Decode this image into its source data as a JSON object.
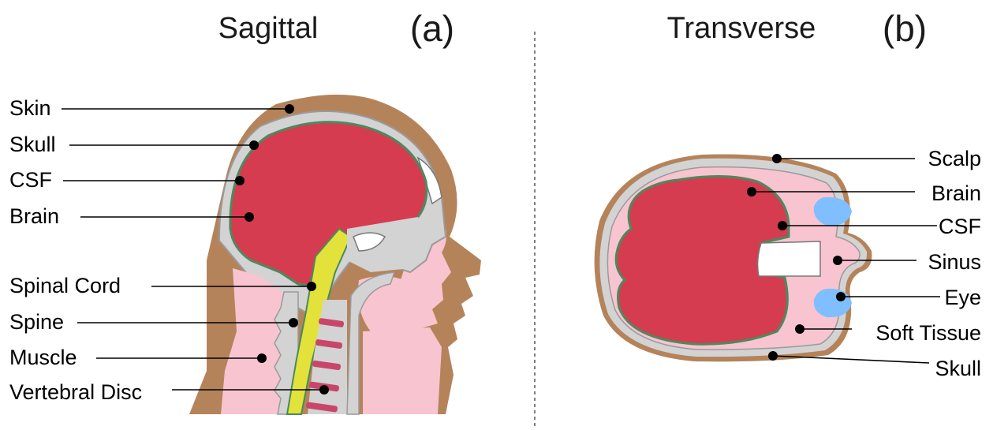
{
  "colors": {
    "skin": "#b5835a",
    "skull": "#d3d3d3",
    "skull_edge": "#9a9a9a",
    "brain": "#d63c50",
    "brain_edge": "#4a8a5e",
    "soft_tissue": "#f8c4cf",
    "spinal_cord": "#e3e23a",
    "vertebral_disc": "#c8466a",
    "eye": "#7fbfff",
    "cavity": "#ffffff",
    "divider": "#555555"
  },
  "panel_a": {
    "title": "Sagittal",
    "letter": "(a)",
    "labels": [
      {
        "key": "skin",
        "text": "Skin"
      },
      {
        "key": "skull",
        "text": "Skull"
      },
      {
        "key": "csf",
        "text": "CSF"
      },
      {
        "key": "brain",
        "text": "Brain"
      },
      {
        "key": "spinal_cord",
        "text": "Spinal Cord"
      },
      {
        "key": "spine",
        "text": "Spine"
      },
      {
        "key": "muscle",
        "text": "Muscle"
      },
      {
        "key": "vertebral_disc",
        "text": "Vertebral Disc"
      }
    ]
  },
  "panel_b": {
    "title": "Transverse",
    "letter": "(b)",
    "labels": [
      {
        "key": "scalp",
        "text": "Scalp"
      },
      {
        "key": "brain",
        "text": "Brain"
      },
      {
        "key": "csf",
        "text": "CSF"
      },
      {
        "key": "sinus",
        "text": "Sinus"
      },
      {
        "key": "eye",
        "text": "Eye"
      },
      {
        "key": "soft_tissue",
        "text": "Soft Tissue"
      },
      {
        "key": "skull",
        "text": "Skull"
      }
    ]
  }
}
